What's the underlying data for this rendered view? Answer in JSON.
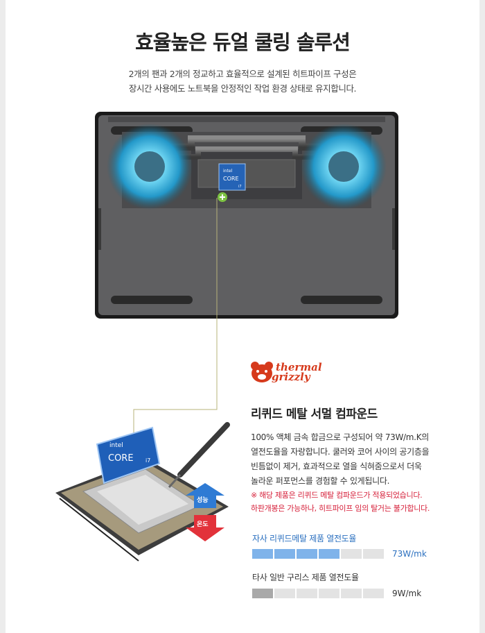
{
  "header": {
    "title": "효율높은 듀얼 쿨링 솔루션",
    "subtitle_line1": "2개의 팬과 2개의 정교하고 효율적으로 설계된 히트파이프 구성은",
    "subtitle_line2": "장시간 사용에도 노트북을 안정적인 작업 환경 상태로 유지합니다."
  },
  "laptop_chip": {
    "brand": "intel",
    "name": "CORE",
    "tier": "i7"
  },
  "brand_logo": {
    "line1": "thermal",
    "line2": "grizzly",
    "color": "#d63a1c"
  },
  "section": {
    "title": "리퀴드 메탈 서멀 컴파운드",
    "description": [
      "100% 액체 금속 합금으로 구성되어 약 73W/m.K의",
      "열전도율을 자랑합니다. 쿨러와 코어 사이의 공기층을",
      "빈틈없이 제거, 효과적으로 열을 식혀줌으로서 더욱",
      "놀라운 퍼포먼스를 경험할 수 있게됩니다."
    ],
    "notice": [
      "※ 해당 제품은 리퀴드 메탈 컴파운드가 적용되었습니다.",
      "하판개봉은 가능하나, 히트파이프 임의 탈거는 불가합니다."
    ]
  },
  "cpu_illustration": {
    "brand": "intel",
    "name": "CORE",
    "tier": "i7",
    "up_label": "성능",
    "down_label": "온도"
  },
  "comparison": {
    "ours": {
      "label": "자사 리퀴드메탈 제품 열전도율",
      "value": "73W/mk",
      "filled_segments": 4,
      "total_segments": 6,
      "color": "#7fb3ea"
    },
    "other": {
      "label": "타사 일반 구리스 제품 열전도율",
      "value": "9W/mk",
      "filled_segments": 1,
      "total_segments": 6,
      "color": "#a9a9a9"
    }
  }
}
